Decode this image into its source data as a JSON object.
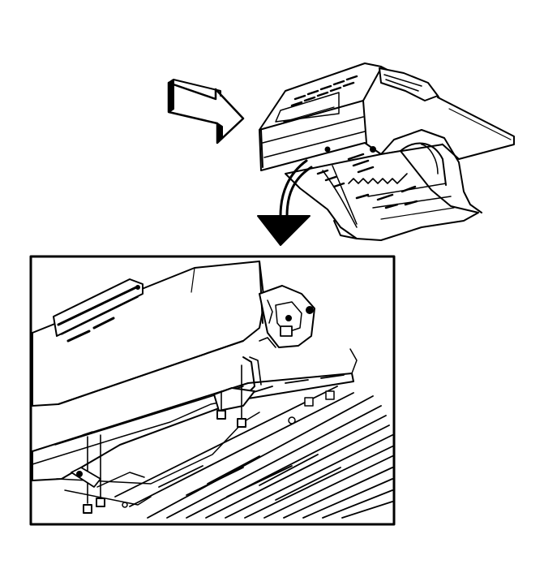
{
  "figure": {
    "label": "",
    "caption": "",
    "colors": {
      "line": "#000000",
      "fill": "#ffffff"
    }
  },
  "overview": {
    "pointer": "view-direction-arrow",
    "callout": "detail-callout-arrow"
  },
  "detail": {
    "fasteners": [
      "bolt",
      "bolt",
      "bolt",
      "bolt"
    ],
    "parts": [
      "wiring-harness-clip",
      "mounting-bracket",
      "bed-floor-rail"
    ]
  }
}
